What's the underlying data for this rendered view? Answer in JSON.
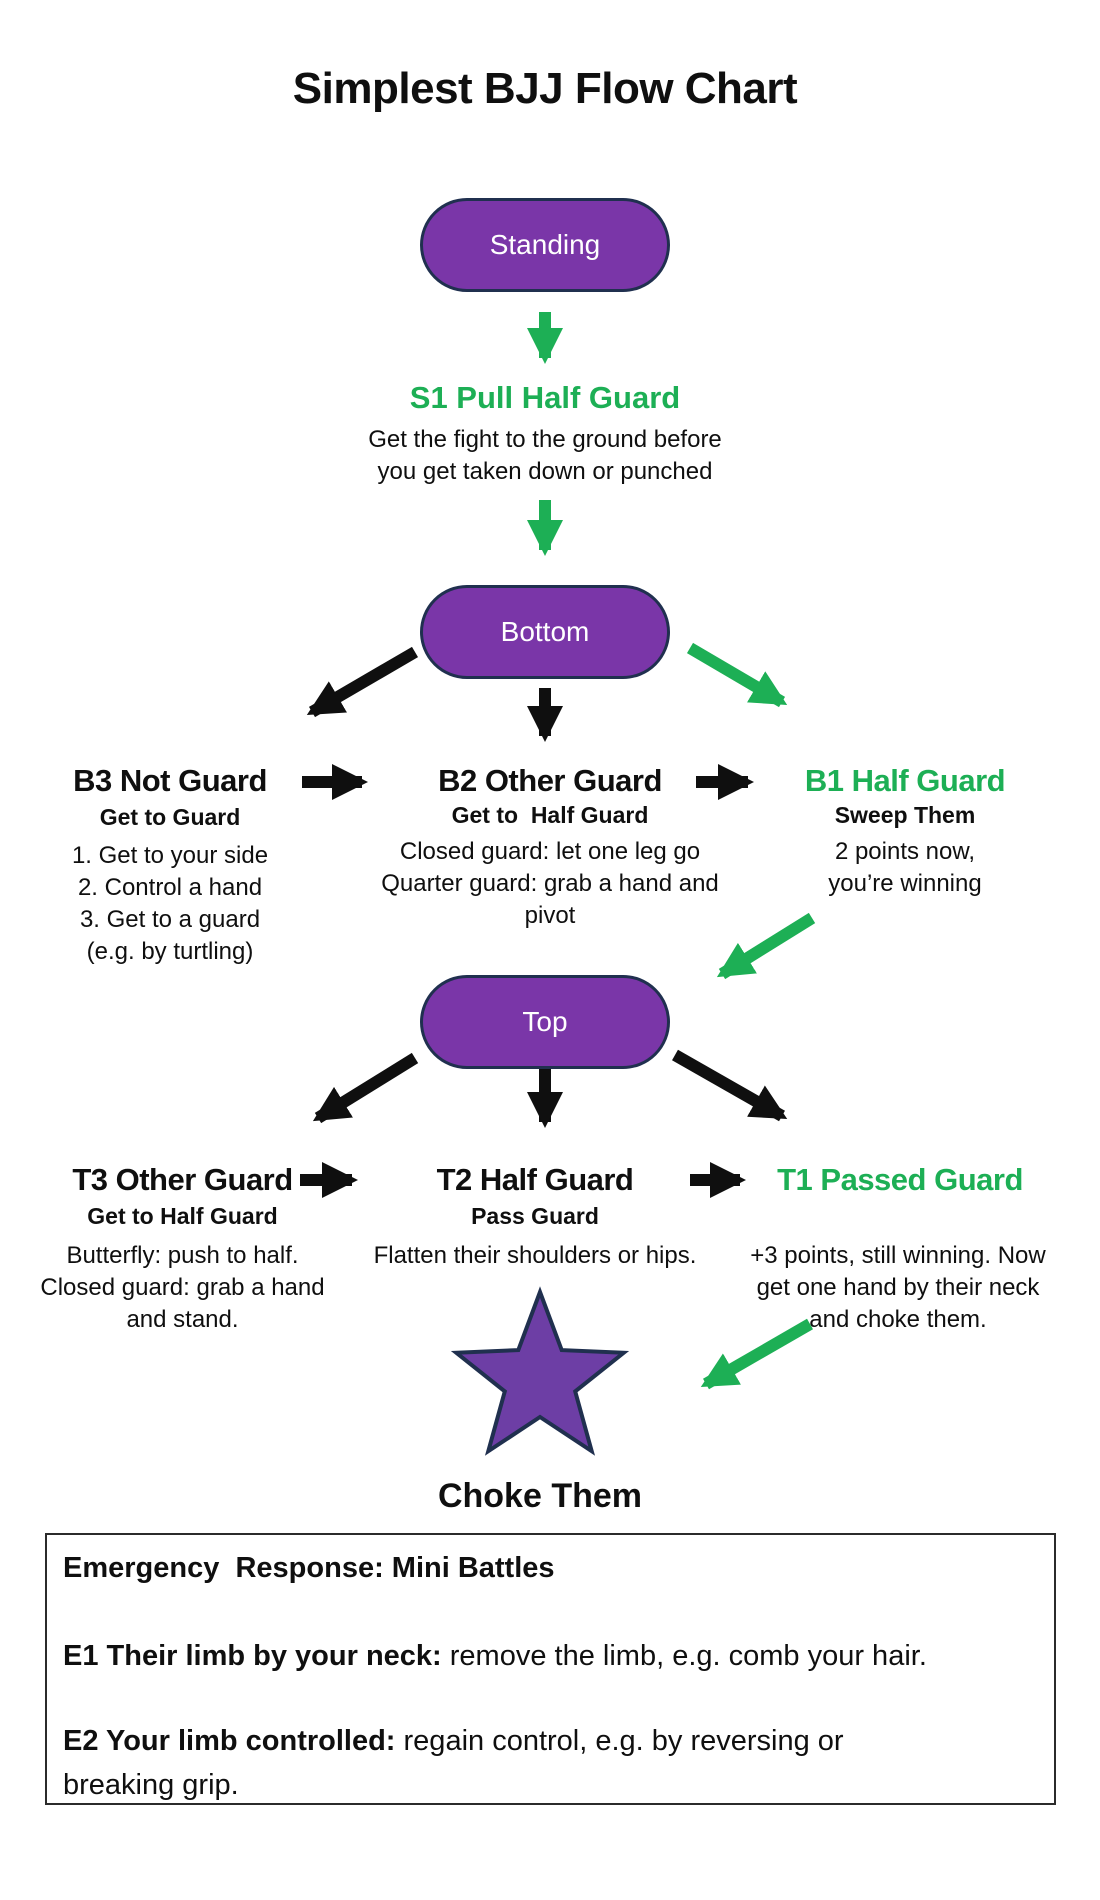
{
  "title": "Simplest BJJ Flow Chart",
  "colors": {
    "node_purple": "#7A36A8",
    "star_purple": "#6D3EA5",
    "outline_navy": "#20304F",
    "accent_green": "#1DAF55",
    "text_black": "#0F0F0F"
  },
  "nodes": {
    "standing": "Standing",
    "bottom": "Bottom",
    "top": "Top"
  },
  "s1": {
    "heading": "S1 Pull Half Guard",
    "line1": "Get the fight to the ground before",
    "line2": "you get taken down or punched"
  },
  "b3": {
    "heading": "B3 Not Guard",
    "sub": "Get to Guard",
    "l1": "1. Get to your side",
    "l2": "2. Control a hand",
    "l3": "3. Get to a guard",
    "l4": "(e.g. by turtling)"
  },
  "b2": {
    "heading": "B2 Other Guard",
    "sub": "Get to  Half Guard",
    "l1": "Closed guard: let one leg go",
    "l2": "Quarter guard: grab a hand and",
    "l3": "pivot"
  },
  "b1": {
    "heading": "B1 Half Guard",
    "sub": "Sweep Them",
    "l1": "2 points now,",
    "l2": "you’re winning"
  },
  "t3": {
    "heading": "T3 Other Guard",
    "sub": "Get to Half Guard",
    "l1": "Butterfly: push to half.",
    "l2": "Closed guard: grab a hand",
    "l3": "and stand."
  },
  "t2": {
    "heading": "T2 Half Guard",
    "sub": "Pass Guard",
    "l1": "Flatten their shoulders or hips."
  },
  "t1": {
    "heading": "T1 Passed Guard",
    "l1": "+3 points, still winning. Now",
    "l2": "get one hand by their neck",
    "l3": "and choke them."
  },
  "star": {
    "label": "Choke Them"
  },
  "emergency": {
    "heading": "Emergency  Response: Mini Battles",
    "e1_bold": "E1 Their limb by your neck:",
    "e1_rest": " remove the limb, e.g. comb your hair.",
    "e2_bold": "E2 Your limb controlled:",
    "e2_rest": " regain control, e.g. by reversing or\nbreaking grip."
  }
}
